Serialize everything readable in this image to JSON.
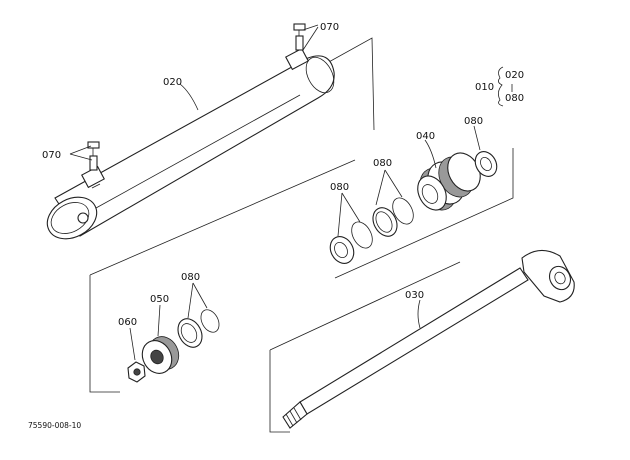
{
  "callouts": {
    "p010": "010",
    "p020_main": "020",
    "p020_legend": "020",
    "p030": "030",
    "p040": "040",
    "p050": "050",
    "p060": "060",
    "p070_top": "070",
    "p070_left": "070",
    "p080_legend": "080",
    "p080_a": "080",
    "p080_b": "080",
    "p080_c": "080",
    "p080_d": "080"
  },
  "figure_id": "75590-008-10"
}
